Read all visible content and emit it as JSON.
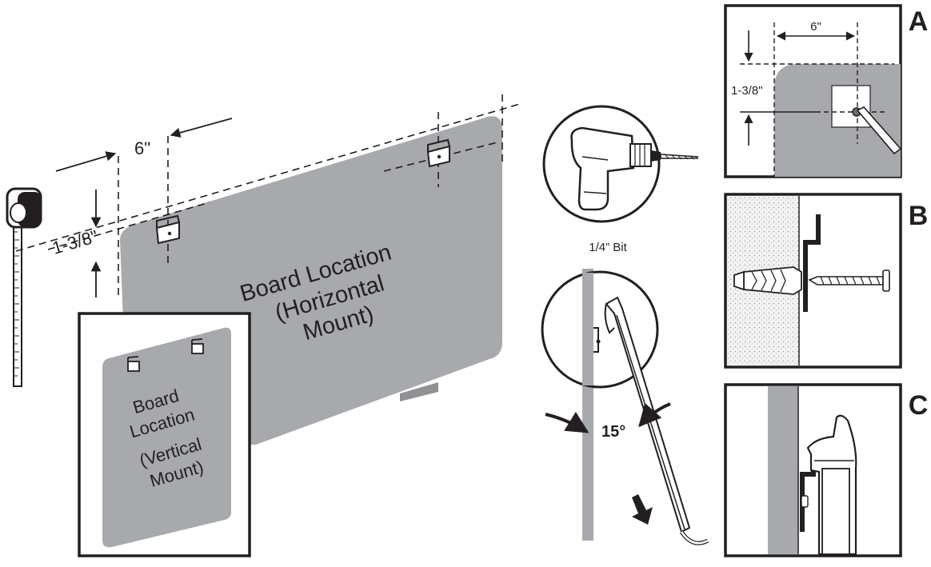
{
  "horizontal_board": {
    "title": "Board Location",
    "subtitle_line1": "(Horizontal",
    "subtitle_line2": "Mount)",
    "spacing_dim": "6\"",
    "height_dim": "1-3/8\""
  },
  "vertical_board": {
    "line1": "Board",
    "line2": "Location",
    "line3": "(Vertical",
    "line4": "Mount)"
  },
  "drill": {
    "bit_label": "1/4” Bit"
  },
  "hang": {
    "angle_label": "15°"
  },
  "panels": {
    "a": {
      "letter": "A",
      "spacing_dim": "6\"",
      "height_dim": "1-3/8\""
    },
    "b": {
      "letter": "B"
    },
    "c": {
      "letter": "C"
    }
  },
  "colors": {
    "board_gray": "#a7a9ac",
    "line": "#231f20",
    "wall_stipple": "#e6e6e6"
  }
}
